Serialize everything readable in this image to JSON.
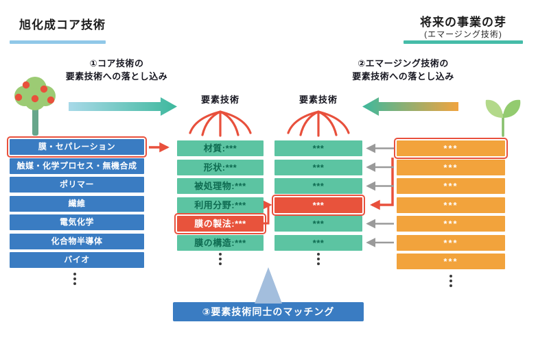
{
  "titles": {
    "left": "旭化成コア技術",
    "right": "将来の事業の芽",
    "right_sub": "(エマージング技術)"
  },
  "steps": {
    "step1": {
      "line1": "①コア技術の",
      "line2": "要素技術への落とし込み"
    },
    "step2": {
      "line1": "②エマージング技術の",
      "line2": "要素技術への落とし込み"
    },
    "step3": "③要素技術同士のマッチング"
  },
  "labels": {
    "element_tech_left": "要素技術",
    "element_tech_right": "要素技術"
  },
  "columns": {
    "core_technologies": {
      "items": [
        {
          "label": "膜・セパレーション",
          "highlighted": true
        },
        {
          "label": "触媒・化学プロセス・無機合成"
        },
        {
          "label": "ポリマー"
        },
        {
          "label": "繊維"
        },
        {
          "label": "電気化学"
        },
        {
          "label": "化合物半導体"
        },
        {
          "label": "バイオ"
        }
      ]
    },
    "core_element_technologies": {
      "items": [
        {
          "label": "材質:***"
        },
        {
          "label": "形状:***"
        },
        {
          "label": "被処理物:***"
        },
        {
          "label": "利用分野:***"
        },
        {
          "label": "膜の製法:***",
          "highlighted": true
        },
        {
          "label": "膜の構造:***"
        }
      ]
    },
    "emerging_element_technologies": {
      "items": [
        {
          "label": "***"
        },
        {
          "label": "***"
        },
        {
          "label": "***"
        },
        {
          "label": "***",
          "highlighted": true
        },
        {
          "label": "***"
        },
        {
          "label": "***"
        }
      ]
    },
    "emerging_technologies": {
      "items": [
        {
          "label": "***",
          "highlighted": true
        },
        {
          "label": "***"
        },
        {
          "label": "***"
        },
        {
          "label": "***"
        },
        {
          "label": "***"
        },
        {
          "label": "***"
        },
        {
          "label": "***"
        }
      ]
    }
  },
  "icons": {
    "tree": "tree-icon",
    "sprout": "sprout-icon",
    "branch_fan": "branch-fan-icon",
    "ellipsis": "vertical-ellipsis-icon",
    "step1_arrow": "right-arrow-icon",
    "step2_arrow": "left-arrow-icon"
  },
  "colors": {
    "core_blue": "#3A7CC2",
    "element_teal_bg": "#5CC4A2",
    "element_teal_text": "#0E6B51",
    "emerging_orange": "#F2A33C",
    "highlight_red": "#E8503C",
    "underline_left": "#90C8E8",
    "underline_right": "#45BCA8",
    "link_arrow_gray": "#9A9A9A",
    "funnel_blue": "#A3BEDD",
    "arrow1_gradient": [
      "#A8D9E8",
      "#3EB89D"
    ],
    "arrow2_gradient": [
      "#3EB89D",
      "#F0A43F"
    ]
  }
}
